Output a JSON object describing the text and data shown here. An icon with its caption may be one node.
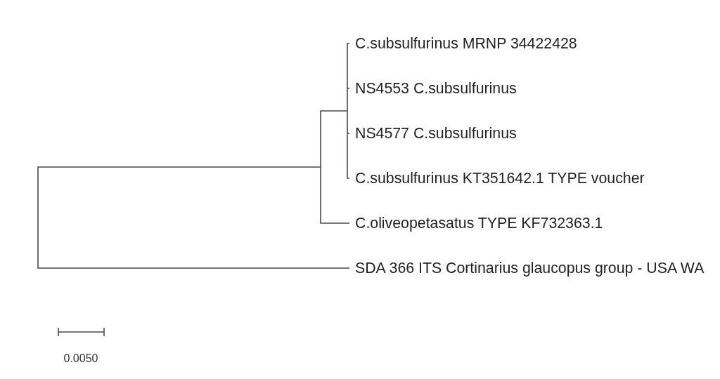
{
  "diagram": {
    "nodes": [
      {
        "text": [
          "C.subsulfurinus MRNP 34422428"
        ]
      },
      {
        "text": [
          "NS4553 C.subsulfurinus"
        ]
      },
      {
        "text": [
          "NS4577 C.subsulfurinus"
        ]
      },
      {
        "text": [
          "C.subsulfurinus KT351642.1 TYPE voucher"
        ]
      },
      {
        "text": [
          "C.oliveopetasatus TYPE KF732363.1"
        ]
      },
      {
        "text": [
          "SDA 366 ITS Cortinarius glaucopus group - USA WA"
        ]
      }
    ],
    "edges": [
      {
        "from": null,
        "to": 0,
        "arrow": "none"
      },
      {
        "from": null,
        "to": 1,
        "arrow": "none"
      },
      {
        "from": null,
        "to": 2,
        "arrow": "none"
      },
      {
        "from": null,
        "to": 3,
        "arrow": "none"
      },
      {
        "from": null,
        "to": 4,
        "arrow": "none"
      },
      {
        "from": null,
        "to": 5,
        "arrow": "none"
      }
    ],
    "labels": [
      "0.0050"
    ]
  }
}
